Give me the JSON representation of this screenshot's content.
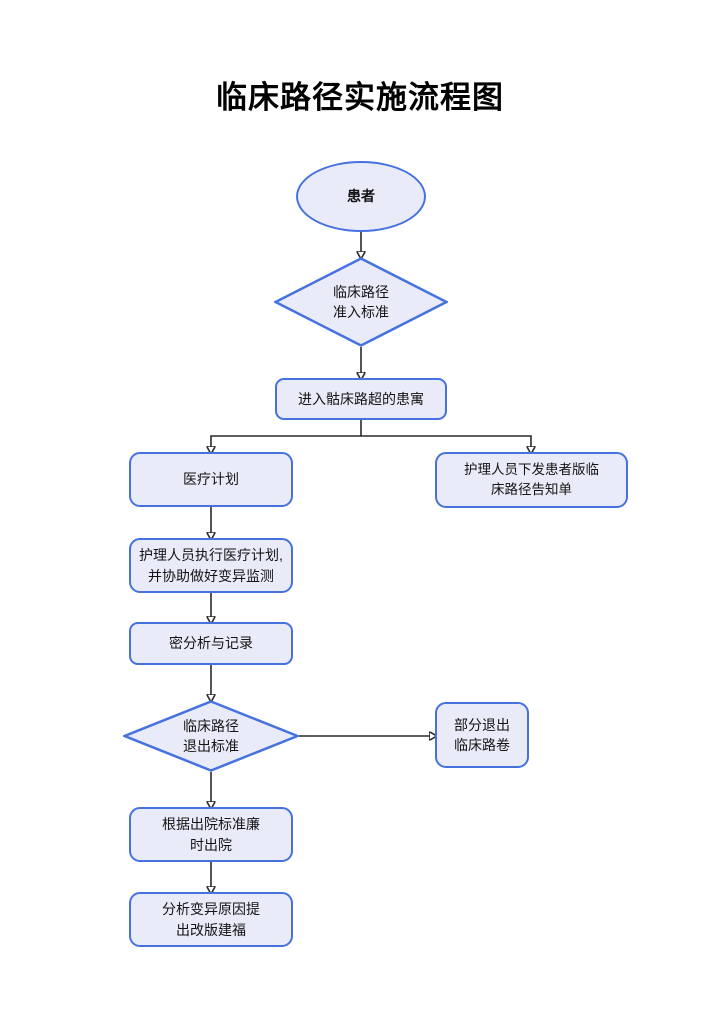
{
  "title": "临床路径实施流程图",
  "colors": {
    "shape_border": "#4672e0",
    "shape_fill": "#e9ebf9",
    "connector": "#2a2a2a",
    "text": "#141414",
    "background": "#ffffff"
  },
  "nodes": {
    "patient": {
      "shape": "ellipse",
      "label": "患者"
    },
    "admission_criteria": {
      "shape": "diamond",
      "label": "临床路径\n准入标准"
    },
    "enter_pathway": {
      "shape": "rounded-rect",
      "label": "进入骷床路超的患寓"
    },
    "medical_plan": {
      "shape": "rounded-rect",
      "label": "医疗计划"
    },
    "patient_notice": {
      "shape": "rounded-rect",
      "label": "护理人员下发患者版临\n床路径告知单"
    },
    "nurse_execute": {
      "shape": "rounded-rect",
      "label": "护理人员执行医疗计划,\n并协助做好变异监测"
    },
    "analysis_record": {
      "shape": "rounded-rect",
      "label": "密分析与记录"
    },
    "exit_criteria": {
      "shape": "diamond",
      "label": "临床路径\n退出标准"
    },
    "partial_exit": {
      "shape": "rounded-rect",
      "label": "部分退出\n临床路卷"
    },
    "discharge": {
      "shape": "rounded-rect",
      "label": "根据出院标准廉\n时出院"
    },
    "variation_analysis": {
      "shape": "rounded-rect",
      "label": "分析变异原因提\n出改版建福"
    }
  },
  "edges": [
    {
      "from": "patient",
      "to": "admission_criteria"
    },
    {
      "from": "admission_criteria",
      "to": "enter_pathway"
    },
    {
      "from": "enter_pathway",
      "to": "medical_plan"
    },
    {
      "from": "enter_pathway",
      "to": "patient_notice"
    },
    {
      "from": "medical_plan",
      "to": "nurse_execute"
    },
    {
      "from": "nurse_execute",
      "to": "analysis_record"
    },
    {
      "from": "analysis_record",
      "to": "exit_criteria"
    },
    {
      "from": "exit_criteria",
      "to": "partial_exit"
    },
    {
      "from": "exit_criteria",
      "to": "discharge"
    },
    {
      "from": "discharge",
      "to": "variation_analysis"
    }
  ]
}
